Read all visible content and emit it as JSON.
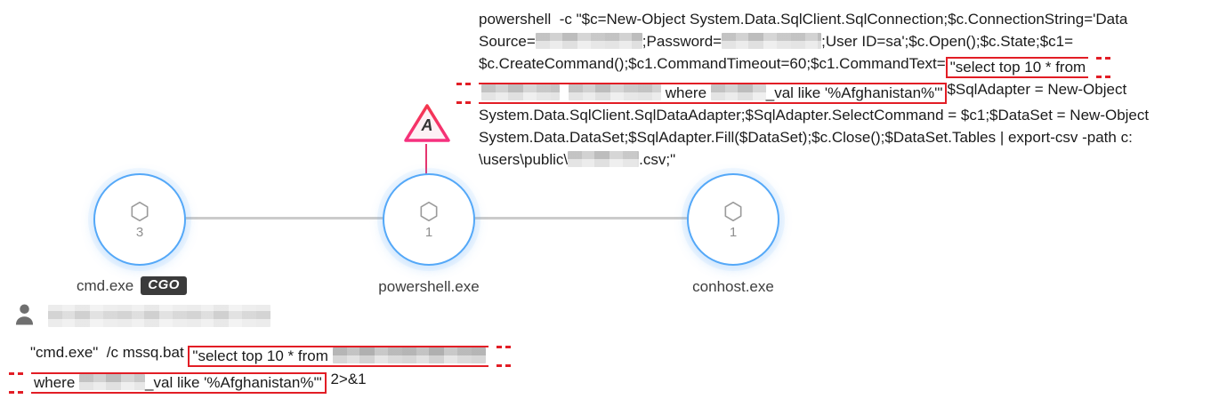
{
  "colors": {
    "highlight_red": "#e21d25",
    "node_border_blue": "#54a8f8",
    "alert_pink_top": "#f4364c",
    "alert_pink_bottom": "#f5317f",
    "badge_bg": "#3b3b3b"
  },
  "ps_command": {
    "line1": "powershell  -c \"$c=New-Object System.Data.SqlClient.SqlConnection;$c.ConnectionString='Data",
    "line2_source": "Source=",
    "line2_password": ";Password=",
    "line2_tail": ";User ID=sa';$c.Open();$c.State;$c1=",
    "line3_head": "$c.CreateCommand();$c1.CommandTimeout=60;$c1.CommandText=",
    "line3_boxed": "\"select top 10 * from",
    "line4_where": " where ",
    "line4_val": "_val like '%Afghanistan%'\"",
    "line4_tail": "$SqlAdapter = New-Object",
    "line5": "System.Data.SqlClient.SqlDataAdapter;$SqlAdapter.SelectCommand = $c1;$DataSet = New-Object",
    "line6": "System.Data.DataSet;$SqlAdapter.Fill($DataSet);$c.Close();$DataSet.Tables | export-csv -path c:",
    "line7_head": "\\users\\public\\",
    "line7_tail": ".csv;\""
  },
  "graph": {
    "nodes": [
      {
        "label": "cmd.exe",
        "count": "3",
        "badge": "CGO"
      },
      {
        "label": "powershell.exe",
        "count": "1",
        "alert_letter": "A"
      },
      {
        "label": "conhost.exe",
        "count": "1"
      }
    ]
  },
  "cmdline": {
    "prefix": "\"cmd.exe\"  /c mssq.bat ",
    "boxed1": "\"select top 10 * from ",
    "boxed2_where": "where ",
    "boxed2_tail": "_val like '%Afghanistan%'\"",
    "suffix": " 2>&1"
  }
}
